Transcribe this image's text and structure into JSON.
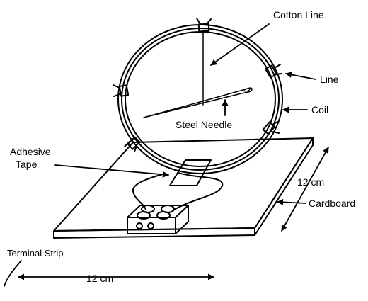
{
  "labels": {
    "cotton_line": "Cotton Line",
    "line": "Line",
    "coil": "Coil",
    "steel_needle": "Steel Needle",
    "adhesive_tape_1": "Adhesive",
    "adhesive_tape_2": "Tape",
    "dim_vertical": "12 cm",
    "cardboard": "Cardboard",
    "terminal_strip": "Terminal Strip",
    "dim_horizontal": "12 cm"
  },
  "colors": {
    "ink": "#000000",
    "paper": "#ffffff"
  }
}
